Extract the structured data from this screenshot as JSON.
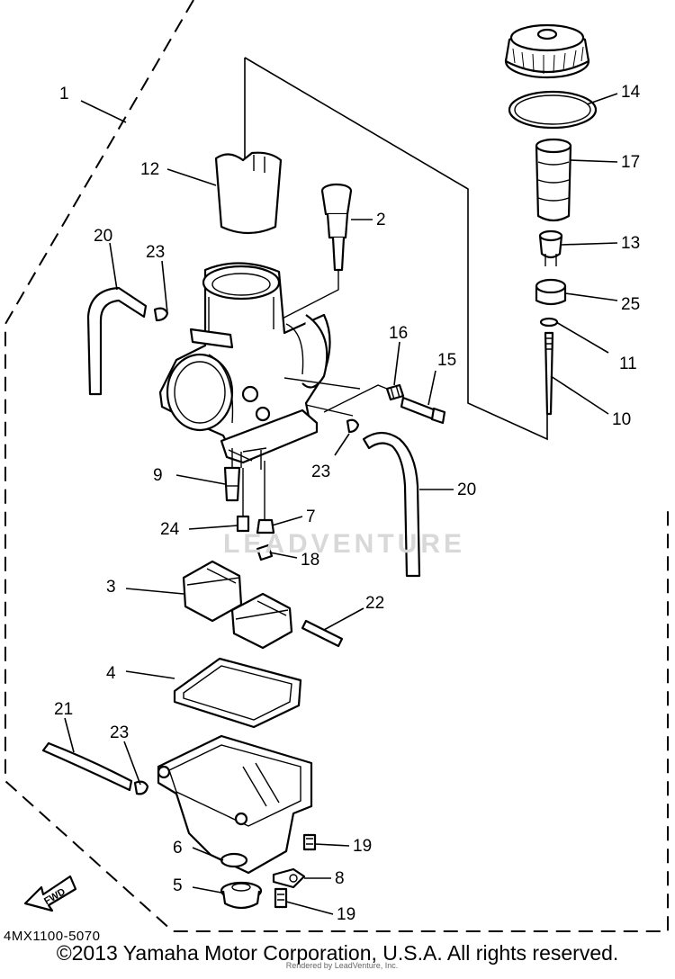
{
  "diagram": {
    "code": "4MX1100-5070",
    "copyright": "©2013 Yamaha Motor Corporation, U.S.A. All rights reserved.",
    "rendered_by": "Rendered by LeadVenture, Inc.",
    "watermark": "LEADVENTURE",
    "fwd_label": "FWD"
  },
  "callouts": [
    "1",
    "12",
    "2",
    "20",
    "23",
    "16",
    "15",
    "14",
    "17",
    "13",
    "25",
    "11",
    "10",
    "23",
    "20",
    "9",
    "7",
    "24",
    "18",
    "3",
    "22",
    "4",
    "21",
    "23",
    "6",
    "19",
    "8",
    "5",
    "19"
  ]
}
